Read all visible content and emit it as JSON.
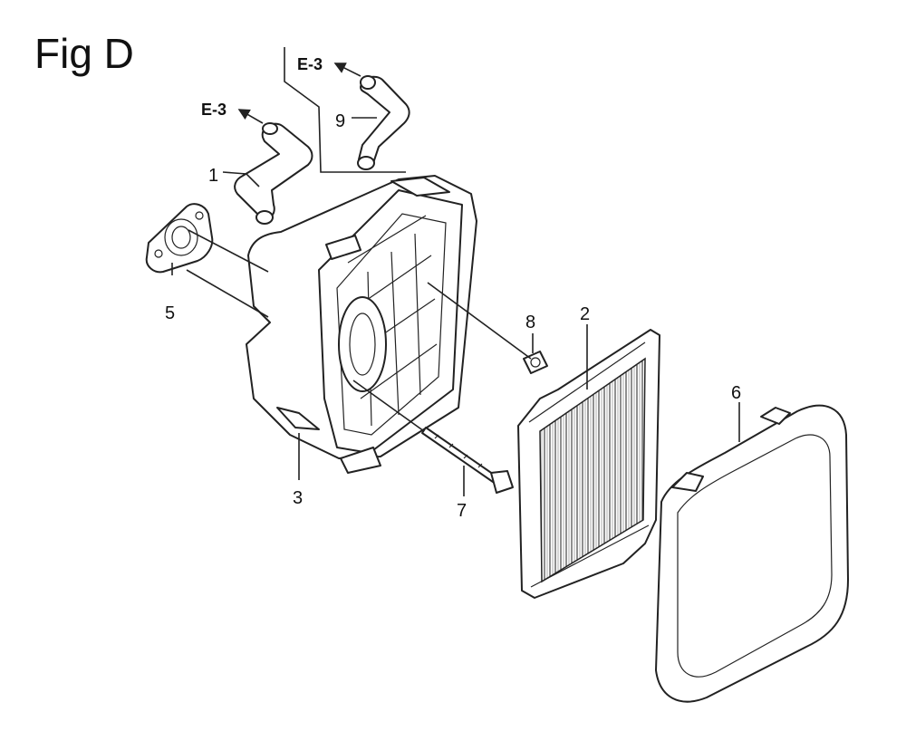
{
  "figure": {
    "title": "Fig D"
  },
  "references": [
    {
      "id": "ref-upper",
      "text": "E-3"
    },
    {
      "id": "ref-lower",
      "text": "E-3"
    }
  ],
  "callouts": [
    {
      "id": "1",
      "text": "1"
    },
    {
      "id": "2",
      "text": "2"
    },
    {
      "id": "3",
      "text": "3"
    },
    {
      "id": "5",
      "text": "5"
    },
    {
      "id": "6",
      "text": "6"
    },
    {
      "id": "7",
      "text": "7"
    },
    {
      "id": "8",
      "text": "8"
    },
    {
      "id": "9",
      "text": "9"
    }
  ]
}
